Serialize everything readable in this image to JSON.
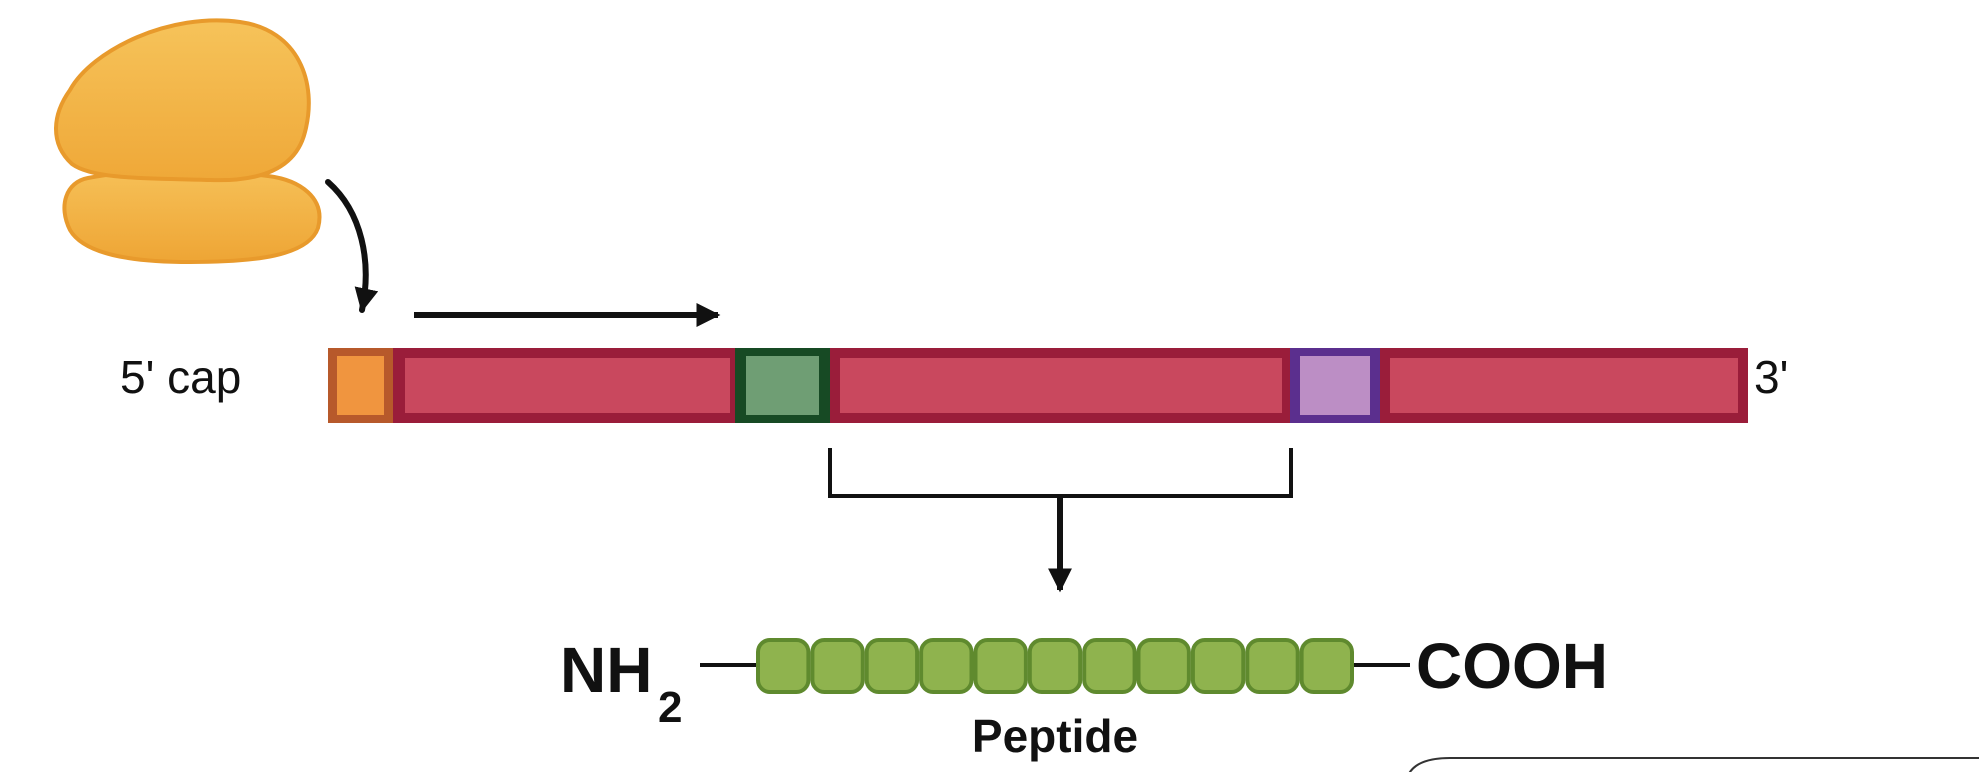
{
  "labels": {
    "five_prime": "5' cap",
    "three_prime": "3'",
    "n_terminus": "NH",
    "n_terminus_subscript": "2",
    "c_terminus": "COOH",
    "peptide": "Peptide"
  },
  "colors": {
    "ribosome_fill": "#f3b447",
    "ribosome_stroke": "#e89a2c",
    "mrna_fill": "#c9485e",
    "mrna_border": "#9a1d3a",
    "cap_fill": "#f0953f",
    "cap_border": "#b7592b",
    "start_codon_fill": "#6f9e74",
    "start_codon_border": "#174a24",
    "stop_codon_fill": "#bc8ec5",
    "stop_codon_border": "#5b2f8e",
    "amino_acid_fill": "#8fb34e",
    "amino_acid_stroke": "#5f8a2e",
    "arrow": "#111111"
  },
  "peptide": {
    "amino_acid_count": 11
  }
}
